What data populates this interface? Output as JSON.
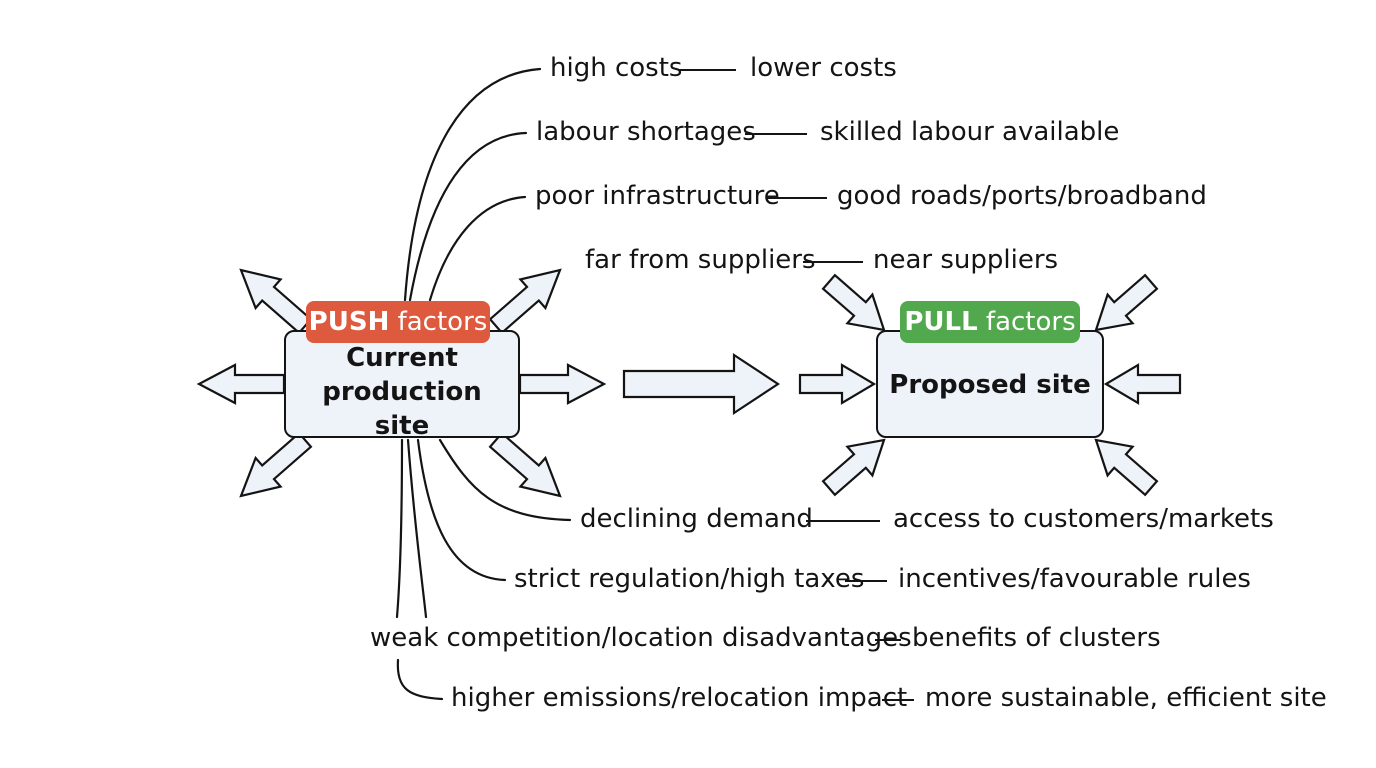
{
  "colors": {
    "push": "#de5a3f",
    "pull": "#52a84c",
    "box_fill": "#eef3f9",
    "arrow_fill": "#eef3f9",
    "ink": "#141414"
  },
  "push": {
    "strong": "PUSH",
    "rest": "factors",
    "box": "Current production site"
  },
  "pull": {
    "strong": "PULL",
    "rest": "factors",
    "box": "Proposed site"
  },
  "factors": [
    {
      "push": "high costs",
      "pull": "lower costs"
    },
    {
      "push": "labour shortages",
      "pull": "skilled labour available"
    },
    {
      "push": "poor infrastructure",
      "pull": "good roads/ports/broadband"
    },
    {
      "push": "far from suppliers",
      "pull": "near suppliers"
    },
    {
      "push": "declining demand",
      "pull": "access to customers/markets"
    },
    {
      "push": "strict regulation/high taxes",
      "pull": "incentives/favourable rules"
    },
    {
      "push": "weak competition/location disadvantages",
      "pull": "benefits of clusters"
    },
    {
      "push": "higher emissions/relocation impact",
      "pull": "more sustainable, efficient site"
    }
  ]
}
